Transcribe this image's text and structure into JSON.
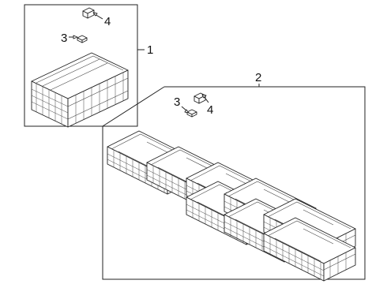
{
  "callouts": {
    "assembly_1": {
      "number": "1",
      "parts": {
        "cover_clip": "3",
        "bracket_clip": "4"
      }
    },
    "assembly_2": {
      "number": "2",
      "parts": {
        "cover_clip": "3",
        "bracket_clip": "4"
      }
    }
  },
  "colors": {
    "line": "#222222",
    "background": "#ffffff"
  }
}
